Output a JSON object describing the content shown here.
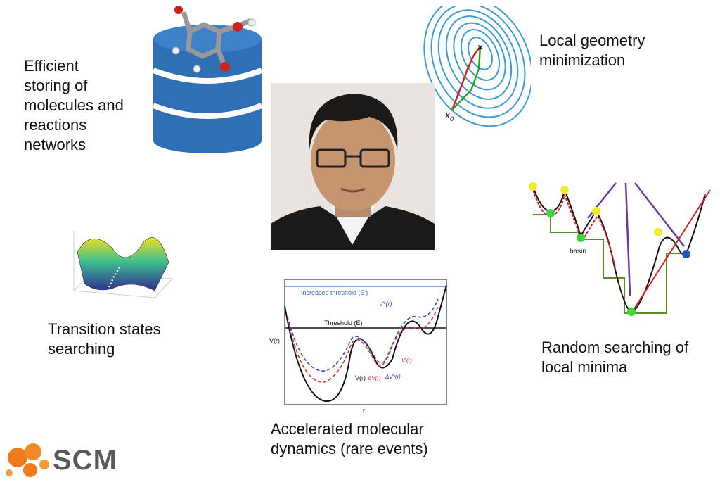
{
  "captions": {
    "storing": [
      "Efficient",
      "storing of",
      "molecules and",
      "reactions",
      "networks"
    ],
    "local_geometry": [
      "Local geometry",
      "minimization"
    ],
    "transition": [
      "Transition states",
      "searching"
    ],
    "random": [
      "Random searching of",
      "local minima"
    ],
    "accelerated": [
      "Accelerated molecular",
      "dynamics (rare events)"
    ]
  },
  "md_plot": {
    "increased_threshold": "Increased threshold (E')",
    "threshold": "Threshold (E)",
    "v_star": "V*(r)",
    "v_label": "V(r)",
    "v_curve": "V(r)",
    "delta_v": "ΔV(r)",
    "v_prime": "V'(r)",
    "delta_v_star": "ΔV*(r)",
    "r_axis": "r"
  },
  "minima_plot": {
    "basin": "basin"
  },
  "geometry_plot": {
    "x0": "x",
    "x0_sub": "0"
  },
  "logo": {
    "text": "SCM"
  },
  "colors": {
    "db_blue": "#2f6fb5",
    "contour": "#3a9bd5",
    "red": "#d32020",
    "blue": "#2f3fbf",
    "green": "#5a8a2a",
    "purple": "#6a3a9a"
  }
}
